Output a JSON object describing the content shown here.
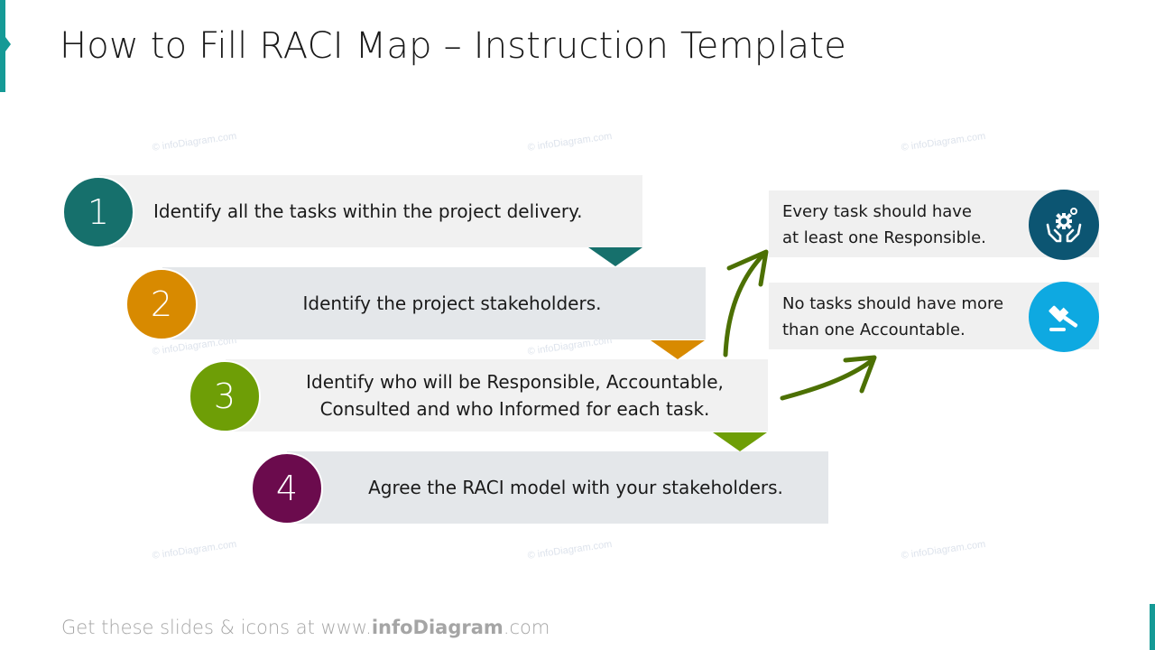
{
  "slide": {
    "title": "How to Fill RACI Map – Instruction Template",
    "accent_color": "#159a96"
  },
  "watermark": "© infoDiagram.com",
  "steps": [
    {
      "number": "1",
      "text": "Identify all the tasks within the project delivery.",
      "color": "#16706c",
      "bar_color": "#f1f1f1"
    },
    {
      "number": "2",
      "text": "Identify the project stakeholders.",
      "color": "#d88a00",
      "bar_color": "#e4e7ea"
    },
    {
      "number": "3",
      "text_line1": "Identify who will be Responsible, Accountable,",
      "text_line2": "Consulted and who Informed for each task.",
      "color": "#6e9e06",
      "bar_color": "#f1f1f1"
    },
    {
      "number": "4",
      "text": "Agree the RACI model with your stakeholders.",
      "color": "#6b0b4d",
      "bar_color": "#e4e7ea"
    }
  ],
  "notes": [
    {
      "line1": "Every task should have",
      "line2": "at least one Responsible.",
      "icon": "hands-gear-icon",
      "icon_color": "#0c5572"
    },
    {
      "line1": "No tasks should have more",
      "line2": "than one Accountable.",
      "icon": "gavel-icon",
      "icon_color": "#0ea9e1"
    }
  ],
  "arrow_color": "#4c7003",
  "footer": {
    "prefix": "Get these slides & icons at www.",
    "brand": "infoDiagram",
    "suffix": ".com"
  }
}
